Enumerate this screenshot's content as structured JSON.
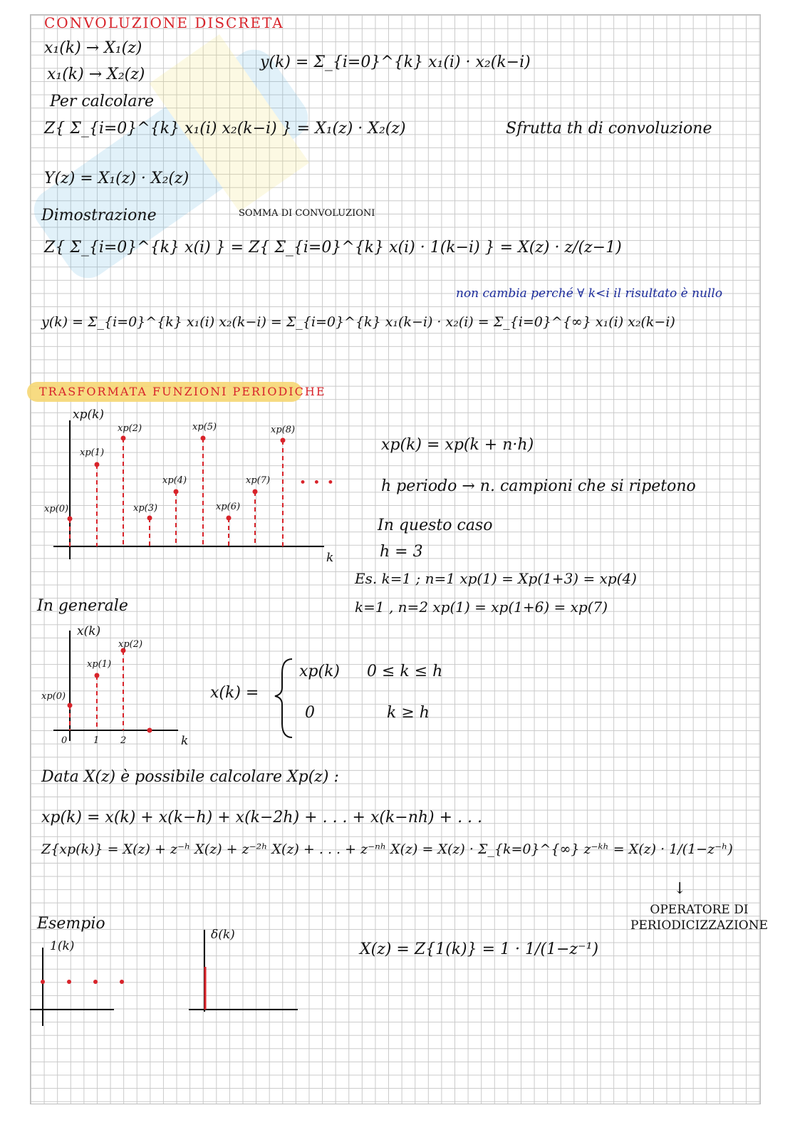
{
  "title": "CONVOLUZIONE DISCRETA",
  "section1": {
    "l1": "x₁(k) → X₁(z)",
    "l2": "x₁(k) → X₂(z)",
    "conv_def": "y(k) = Σ_{i=0}^{k} x₁(i) · x₂(k−i)",
    "l3": "Per calcolare",
    "l4": "Z{ Σ_{i=0}^{k} x₁(i) x₂(k−i) } = X₁(z) · X₂(z)",
    "l4_note": "Sfrutta th di convoluzione",
    "l5": "Y(z) = X₁(z) · X₂(z)"
  },
  "proof": {
    "heading": "Dimostrazione",
    "annotation": "SOMMA DI CONVOLUZIONI",
    "l1": "Z{ Σ_{i=0}^{k} x(i) } = Z{ Σ_{i=0}^{k} x(i) · 1(k−i) } = X(z) · z/(z−1)",
    "note": "non cambia perché ∀ k<i il risultato è nullo",
    "l2": "y(k) = Σ_{i=0}^{k} x₁(i) x₂(k−i) = Σ_{i=0}^{k} x₁(k−i) · x₂(i) = Σ_{i=0}^{∞} x₁(i) x₂(k−i)"
  },
  "section2": {
    "title": "TRASFORMATA FUNZIONI PERIODICHE",
    "plot1": {
      "ylabel": "xp(k)",
      "xlabel": "k",
      "labels": [
        "xp(0)",
        "xp(1)",
        "xp(2)",
        "xp(3)",
        "xp(4)",
        "xp(5)",
        "xp(6)",
        "xp(7)",
        "xp(8)"
      ],
      "ellipsis": "• • •"
    },
    "r1": "xp(k) = xp(k + n·h)",
    "r2": "h periodo → n. campioni che si ripetono",
    "r3": "In questo caso",
    "r4": "h = 3",
    "r5": "Es. k=1 ; n=1   xp(1) = Xp(1+3) = xp(4)",
    "r6": "k=1 , n=2   xp(1) = xp(1+6) = xp(7)",
    "general": "In generale",
    "plot2": {
      "ylabel": "x(k)",
      "xlabel": "k",
      "labels": [
        "xp(0)",
        "xp(1)",
        "xp(2)"
      ],
      "ticks": [
        "0",
        "1",
        "2"
      ]
    },
    "piece_lhs": "x(k) =",
    "piece1": "xp(k)",
    "cond1": "0 ≤ k ≤ h",
    "piece2": "0",
    "cond2": "k ≥ h",
    "data_line": "Data  X(z)  è possibile calcolare  Xp(z) :",
    "eq1": "xp(k) = x(k) + x(k−h) + x(k−2h) + . . . + x(k−nh) + . . .",
    "eq2": "Z{xp(k)} = X(z) + z⁻ʰ X(z) + z⁻²ʰ X(z) + . . . + z⁻ⁿʰ X(z) = X(z) · Σ_{k=0}^{∞} z⁻ᵏʰ = X(z) · 1/(1−z⁻ʰ)",
    "operator": "OPERATORE DI\nPERIODICIZZAZIONE",
    "example": "Esempio",
    "ex_plot1_label": "1(k)",
    "ex_plot2_label": "δ(k)",
    "ex_eq": "X(z) = Z{1(k)} = 1 · 1/(1−z⁻¹)"
  },
  "colors": {
    "title_red": "#d8232a",
    "note_blue": "#1a2a9a",
    "highlight": "#f6d774",
    "grid": "#c9c9c9"
  }
}
